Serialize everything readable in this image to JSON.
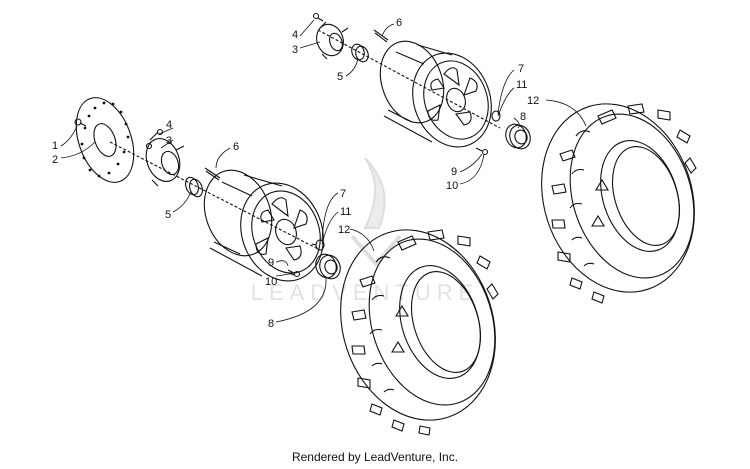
{
  "callouts": {
    "front_assembly": [
      "1",
      "2",
      "4",
      "3",
      "6",
      "5",
      "7",
      "11",
      "12",
      "9",
      "10",
      "8"
    ],
    "rear_assembly": [
      "4",
      "3",
      "6",
      "5",
      "7",
      "11",
      "12",
      "8",
      "9",
      "10"
    ]
  },
  "watermark": {
    "text": "LEADVENTURE"
  },
  "footer": {
    "text": "Rendered by LeadVenture, Inc."
  },
  "colors": {
    "line": "#111111",
    "watermark": "#dcdcdc",
    "background": "#ffffff"
  }
}
